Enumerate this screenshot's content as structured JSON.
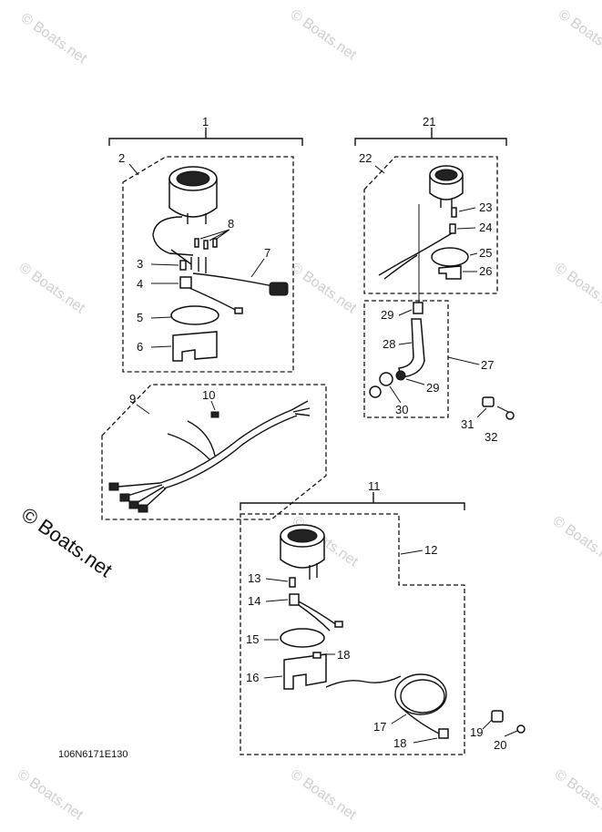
{
  "watermark": {
    "text": "© Boats.net",
    "side_text": "© Boats.net"
  },
  "diagram_code": "106N6171E130",
  "labels": {
    "p1": "1",
    "p2": "2",
    "p3": "3",
    "p4": "4",
    "p5": "5",
    "p6": "6",
    "p7": "7",
    "p8": "8",
    "p9": "9",
    "p10": "10",
    "p11": "11",
    "p12": "12",
    "p13": "13",
    "p14": "14",
    "p15": "15",
    "p16": "16",
    "p17": "17",
    "p18a": "18",
    "p18b": "18",
    "p19": "19",
    "p20": "20",
    "p21": "21",
    "p22": "22",
    "p23": "23",
    "p24": "24",
    "p25": "25",
    "p26": "26",
    "p27": "27",
    "p28": "28",
    "p29a": "29",
    "p29b": "29",
    "p30": "30",
    "p31": "31",
    "p32": "32"
  }
}
